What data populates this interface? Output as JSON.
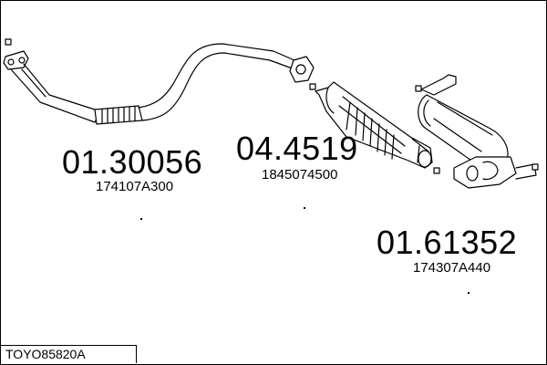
{
  "parts": [
    {
      "part_number": "01.30056",
      "oem_number": "174107A300"
    },
    {
      "part_number": "04.4519",
      "oem_number": "1845074500"
    },
    {
      "part_number": "01.61352",
      "oem_number": "174307A440"
    }
  ],
  "footer": {
    "code": "TOYO85820A"
  }
}
